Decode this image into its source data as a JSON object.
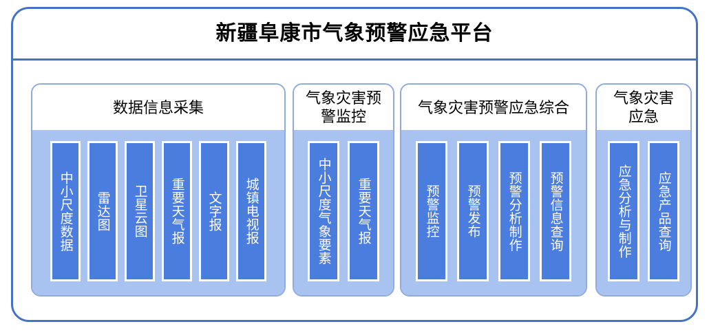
{
  "platform": {
    "title": "新疆阜康市气象预警应急平台",
    "frame_color": "#4472c4",
    "card_border_color": "#8faadc",
    "card_body_color": "#a8c3f0",
    "item_color": "#4a7ddd",
    "item_text_color": "#ffffff"
  },
  "sections": [
    {
      "title": "数据信息采集",
      "items": [
        {
          "label": "中小尺度数据"
        },
        {
          "label": "雷达图"
        },
        {
          "label": "卫星云图"
        },
        {
          "label": "重要天气报"
        },
        {
          "label": "文字报"
        },
        {
          "label": "城镇电视报"
        }
      ]
    },
    {
      "title": "气象灾害预\n警监控",
      "items": [
        {
          "label": "中小尺度气象要素"
        },
        {
          "label": "重要天气报"
        }
      ]
    },
    {
      "title": "气象灾害预警应急综合",
      "items": [
        {
          "label": "预警监控"
        },
        {
          "label": "预警发布"
        },
        {
          "label": "预警分析制作"
        },
        {
          "label": "预警信息查询"
        }
      ]
    },
    {
      "title": "气象灾害\n应急",
      "items": [
        {
          "label": "应急分析与制作"
        },
        {
          "label": "应急产品查询"
        }
      ]
    }
  ]
}
